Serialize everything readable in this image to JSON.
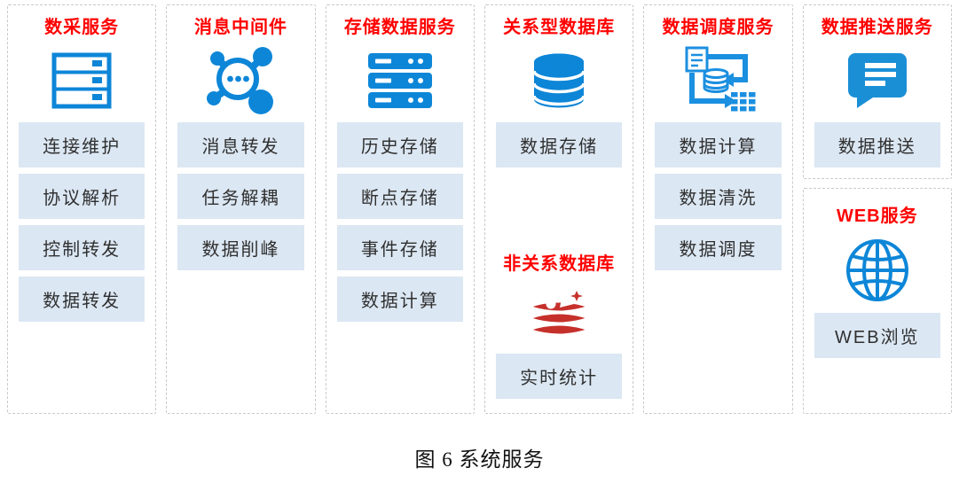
{
  "figure": {
    "caption": "图 6 系统服务"
  },
  "colors": {
    "title_red": "#ff0000",
    "icon_blue": "#0d86d8",
    "redis_red": "#c6302b",
    "item_bg": "#dbe7f3",
    "item_text": "#303030",
    "box_border": "#c9c9c9"
  },
  "services": [
    {
      "title": "数采服务",
      "icon": "server-cabinet-icon",
      "items": [
        "连接维护",
        "协议解析",
        "控制转发",
        "数据转发"
      ]
    },
    {
      "title": "消息中间件",
      "icon": "message-hub-icon",
      "items": [
        "消息转发",
        "任务解耦",
        "数据削峰"
      ]
    },
    {
      "title": "存储数据服务",
      "icon": "server-rack-icon",
      "items": [
        "历史存储",
        "断点存储",
        "事件存储",
        "数据计算"
      ]
    },
    {
      "title": "关系型数据库",
      "icon": "database-cylinder-icon",
      "items": [
        "数据存储"
      ]
    },
    {
      "title": "非关系数据库",
      "icon": "redis-icon",
      "items": [
        "实时统计"
      ]
    },
    {
      "title": "数据调度服务",
      "icon": "data-etl-icon",
      "items": [
        "数据计算",
        "数据清洗",
        "数据调度"
      ]
    },
    {
      "title": "数据推送服务",
      "icon": "chat-message-icon",
      "items": [
        "数据推送"
      ]
    },
    {
      "title": "WEB服务",
      "icon": "globe-icon",
      "items": [
        "WEB浏览"
      ]
    }
  ]
}
